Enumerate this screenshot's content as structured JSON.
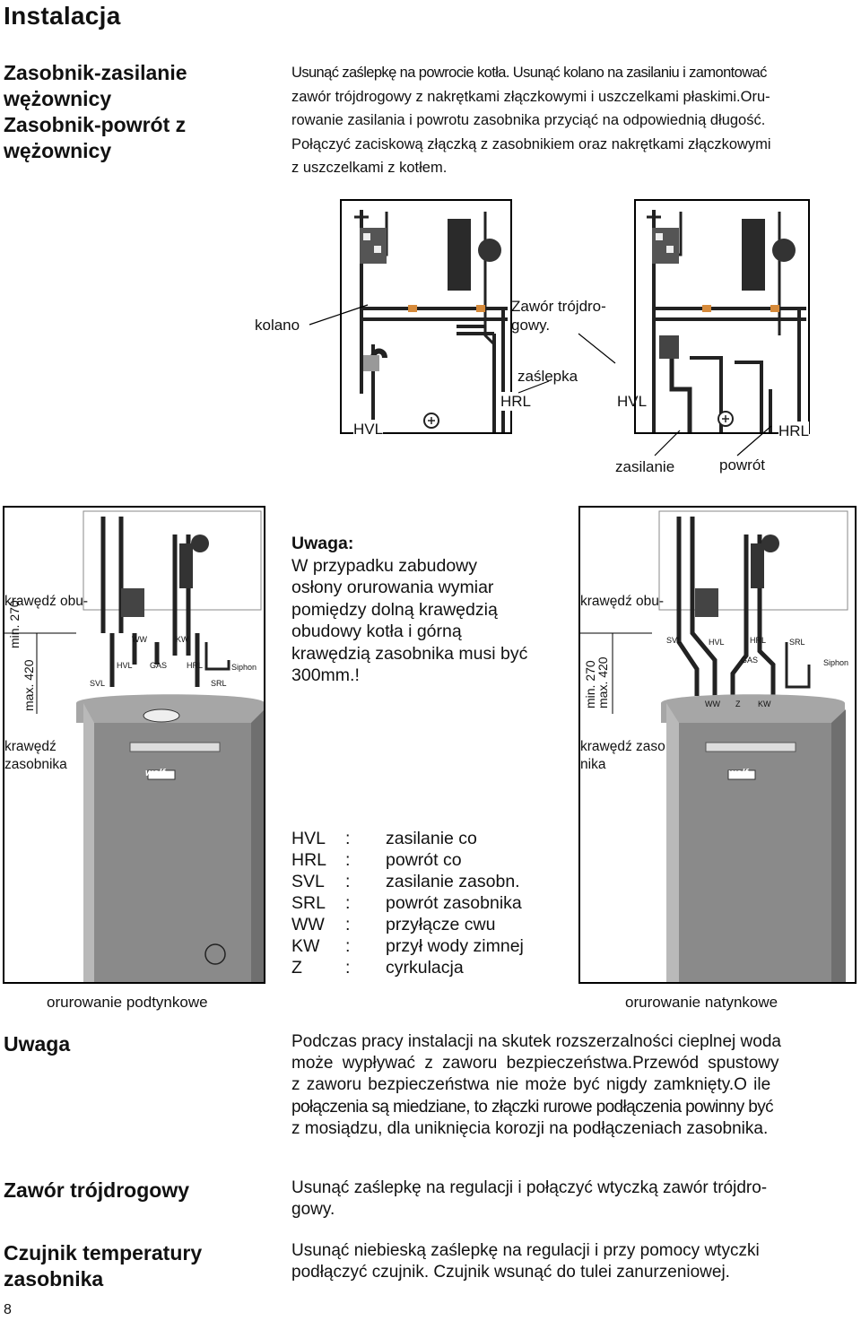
{
  "page": {
    "title": "Instalacja",
    "page_number": "8"
  },
  "section1": {
    "heading_lines": [
      "Zasobnik-zasilanie",
      "wężownicy",
      "Zasobnik-powrót z",
      "wężownicy"
    ],
    "text_lines": [
      "Usunąć zaślepkę na powrocie kotła. Usunąć kolano na zasilaniu i zamontować",
      "zawór trójdrogowy z nakrętkami złączkowymi i uszczelkami płaskimi.Oru-",
      "rowanie zasilania i powrotu zasobnika przyciąć na odpowiednią długość.",
      "Połączyć zaciskową złączką z zasobnikiem oraz nakrętkami złączkowymi",
      "z uszczelkami z kotłem."
    ]
  },
  "figure1": {
    "kolano": "kolano",
    "zawor_line1": "Zawór trójdro-",
    "zawor_line2": "gowy.",
    "zaslepka": "zaślepka",
    "hrl_left": "HRL",
    "hvl_left": "HVL",
    "hvl_right": "HVL",
    "hrl_right": "HRL",
    "zasilanie": "zasilanie",
    "powrot": "powrót"
  },
  "figure2": {
    "left_edge_label": "krawędź obu-",
    "left_tank_label_1": "krawędź",
    "left_tank_label_2": "zasobnika",
    "dim_min": "min. 270",
    "dim_max": "max. 420",
    "left_caption": "orurowanie podtynkowe",
    "right_edge_label": "krawędź obu-",
    "right_tank_label_1": "krawędź zaso",
    "right_tank_label_2": "nika",
    "right_caption": "orurowanie natynkowe",
    "brand": "wolf",
    "tags": [
      "SVL",
      "HVL",
      "GAS",
      "HRL",
      "SRL",
      "WW",
      "KW",
      "Siphon",
      "Z"
    ]
  },
  "note": {
    "title": "Uwaga:",
    "lines": [
      "W przypadku zabudowy",
      "osłony orurowania wymiar",
      "pomiędzy dolną krawędzią",
      "obudowy kotła i górną",
      "krawędzią zasobnika musi być",
      "300mm.!"
    ]
  },
  "legend": [
    {
      "key": "HVL",
      "sep": ":",
      "value": "zasilanie co"
    },
    {
      "key": "HRL",
      "sep": ":",
      "value": "powrót co"
    },
    {
      "key": "SVL",
      "sep": ":",
      "value": "zasilanie zasobn."
    },
    {
      "key": "SRL",
      "sep": ":",
      "value": "powrót zasobnika"
    },
    {
      "key": "WW",
      "sep": ":",
      "value": "przyłącze cwu"
    },
    {
      "key": "KW",
      "sep": ":",
      "value": "przył wody zimnej"
    },
    {
      "key": "Z",
      "sep": ":",
      "value": "cyrkulacja"
    }
  ],
  "uwaga": {
    "heading": "Uwaga",
    "lines": [
      "Podczas pracy instalacji na skutek rozszerzalności cieplnej woda",
      "może wypływać z zaworu bezpieczeństwa.Przewód spustowy",
      "z zaworu bezpieczeństwa nie może być nigdy zamknięty.O ile",
      "połączenia są miedziane, to złączki rurowe podłączenia powinny być",
      "z mosiądzu, dla uniknięcia korozji na podłączeniach zasobnika."
    ]
  },
  "zawor": {
    "heading": "Zawór trójdrogowy",
    "lines": [
      "Usunąć zaślepkę na regulacji i połączyć wtyczką zawór trójdro-",
      "gowy."
    ]
  },
  "czujnik": {
    "heading_lines": [
      "Czujnik temperatury",
      "zasobnika"
    ],
    "lines": [
      "Usunąć niebieską zaślepkę na regulacji i przy pomocy wtyczki",
      "podłączyć czujnik. Czujnik wsunąć do tulei zanurzeniowej."
    ]
  },
  "colors": {
    "tank": "#8a8a8a",
    "tank_dark": "#6f6f6f",
    "tank_light": "#b9b9b9",
    "pipe": "#222222"
  }
}
